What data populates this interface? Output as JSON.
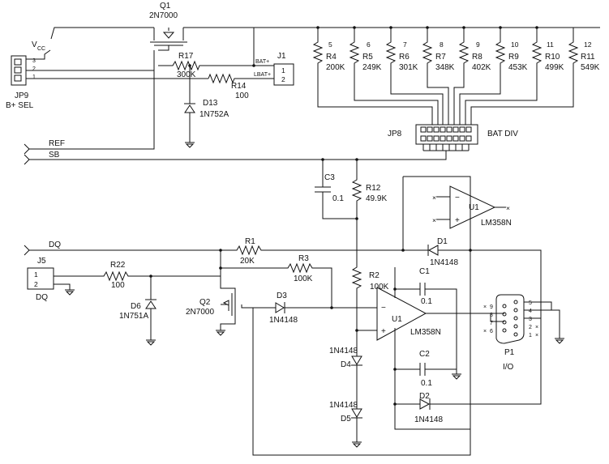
{
  "components": {
    "q1": {
      "ref": "Q1",
      "part": "2N7000"
    },
    "vcc": {
      "label": "V",
      "sub": "CC"
    },
    "jp9": {
      "ref": "JP9",
      "name": "B+ SEL",
      "pins": [
        "3",
        "2",
        "1"
      ]
    },
    "r17": {
      "ref": "R17",
      "value": "300K"
    },
    "r14": {
      "ref": "R14",
      "value": "100"
    },
    "d13": {
      "ref": "D13",
      "part": "1N752A"
    },
    "j1": {
      "ref": "J1",
      "pins": [
        "1",
        "2"
      ],
      "net_top": "BAT+",
      "net_bot": "LBAT+"
    },
    "divider": [
      {
        "pin": "5",
        "ref": "R4",
        "value": "200K"
      },
      {
        "pin": "6",
        "ref": "R5",
        "value": "249K"
      },
      {
        "pin": "7",
        "ref": "R6",
        "value": "301K"
      },
      {
        "pin": "8",
        "ref": "R7",
        "value": "348K"
      },
      {
        "pin": "9",
        "ref": "R8",
        "value": "402K"
      },
      {
        "pin": "10",
        "ref": "R9",
        "value": "453K"
      },
      {
        "pin": "11",
        "ref": "R10",
        "value": "499K"
      },
      {
        "pin": "12",
        "ref": "R11",
        "value": "549K"
      }
    ],
    "jp8": {
      "ref": "JP8",
      "name": "BAT DIV"
    },
    "nets": {
      "ref": "REF",
      "sb": "SB",
      "dq": "DQ"
    },
    "c3": {
      "ref": "C3",
      "value": "0.1"
    },
    "r12": {
      "ref": "R12",
      "value": "49.9K"
    },
    "u1_top": {
      "ref": "U1",
      "part": "LM358N"
    },
    "u1_main": {
      "ref": "U1",
      "part": "LM358N"
    },
    "r1": {
      "ref": "R1",
      "value": "20K"
    },
    "r3": {
      "ref": "R3",
      "value": "100K"
    },
    "r2": {
      "ref": "R2",
      "value": "100K"
    },
    "r22": {
      "ref": "R22",
      "value": "100"
    },
    "d6": {
      "ref": "D6",
      "part": "1N751A"
    },
    "j5": {
      "ref": "J5",
      "name": "DQ",
      "pins": [
        "1",
        "2"
      ]
    },
    "q2": {
      "ref": "Q2",
      "part": "2N7000"
    },
    "d3": {
      "ref": "D3",
      "part": "1N4148"
    },
    "d1": {
      "ref": "D1",
      "part": "1N4148"
    },
    "d2": {
      "ref": "D2",
      "part": "1N4148"
    },
    "d4": {
      "ref": "D4",
      "part": "1N4148"
    },
    "d5": {
      "ref": "D5",
      "part": "1N4148"
    },
    "c1": {
      "ref": "C1",
      "value": "0.1"
    },
    "c2": {
      "ref": "C2",
      "value": "0.1"
    },
    "p1": {
      "ref": "P1",
      "name": "I/O",
      "left_pins": [
        "9",
        "8",
        "7",
        "6"
      ],
      "right_pins": [
        "5",
        "4",
        "3",
        "2",
        "1"
      ]
    }
  }
}
